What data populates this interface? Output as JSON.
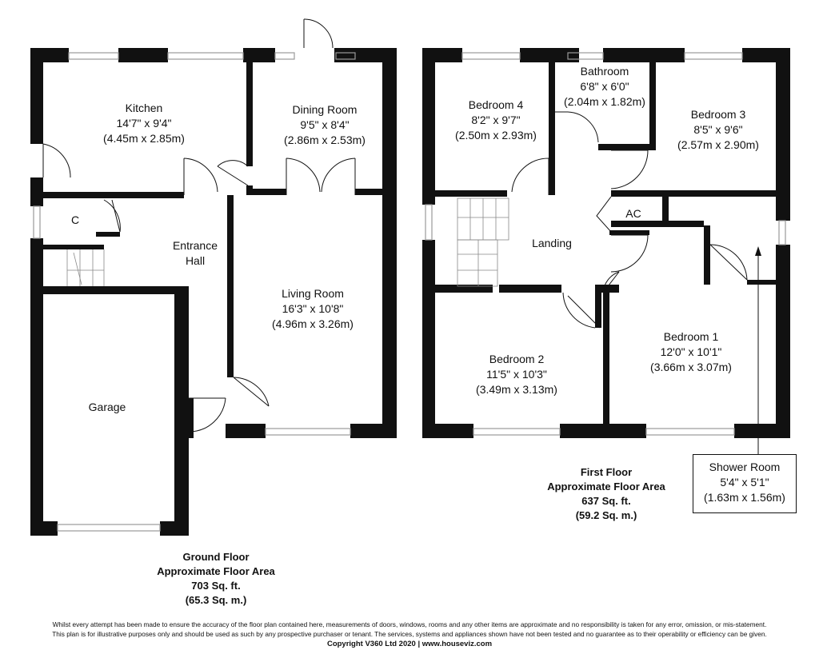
{
  "ground_floor": {
    "rooms": {
      "kitchen": {
        "name": "Kitchen",
        "imperial": "14'7\" x 9'4\"",
        "metric": "(4.45m x 2.85m)"
      },
      "dining": {
        "name": "Dining Room",
        "imperial": "9'5\" x 8'4\"",
        "metric": "(2.86m x 2.53m)"
      },
      "cupboard": {
        "name": "C"
      },
      "hall": {
        "name_line1": "Entrance",
        "name_line2": "Hall"
      },
      "living": {
        "name": "Living Room",
        "imperial": "16'3\" x 10'8\"",
        "metric": "(4.96m x 3.26m)"
      },
      "garage": {
        "name": "Garage"
      }
    },
    "summary": {
      "line1": "Ground Floor",
      "line2": "Approximate Floor Area",
      "line3": "703 Sq. ft.",
      "line4": "(65.3 Sq. m.)"
    }
  },
  "first_floor": {
    "rooms": {
      "bedroom4": {
        "name": "Bedroom 4",
        "imperial": "8'2\" x 9'7\"",
        "metric": "(2.50m x 2.93m)"
      },
      "bathroom": {
        "name": "Bathroom",
        "imperial": "6'8\" x 6'0\"",
        "metric": "(2.04m x 1.82m)"
      },
      "bedroom3": {
        "name": "Bedroom 3",
        "imperial": "8'5\" x 9'6\"",
        "metric": "(2.57m x 2.90m)"
      },
      "ac": {
        "name": "AC"
      },
      "landing": {
        "name": "Landing"
      },
      "bedroom2": {
        "name": "Bedroom 2",
        "imperial": "11'5\" x 10'3\"",
        "metric": "(3.49m x 3.13m)"
      },
      "bedroom1": {
        "name": "Bedroom 1",
        "imperial": "12'0\" x 10'1\"",
        "metric": "(3.66m x 3.07m)"
      },
      "shower": {
        "name": "Shower Room",
        "imperial": "5'4\" x 5'1\"",
        "metric": "(1.63m x 1.56m)"
      }
    },
    "summary": {
      "line1": "First Floor",
      "line2": "Approximate Floor Area",
      "line3": "637 Sq. ft.",
      "line4": "(59.2 Sq. m.)"
    }
  },
  "disclaimer": {
    "line1": "Whilst every attempt has been made to ensure the accuracy of the floor plan contained here, measurements of doors, windows, rooms and any other items are approximate and no responsibility is taken for any error, omission, or mis-statement.",
    "line2": "This plan is for illustrative purposes only and should be used as such by any prospective purchaser or tenant. The services, systems and appliances shown have not been tested and no guarantee as to their operability or efficiency can be given.",
    "copyright": "Copyright V360 Ltd 2020 | www.houseviz.com"
  },
  "colors": {
    "wall": "#111111",
    "window": "#9a9a9a",
    "paper": "#ffffff"
  }
}
